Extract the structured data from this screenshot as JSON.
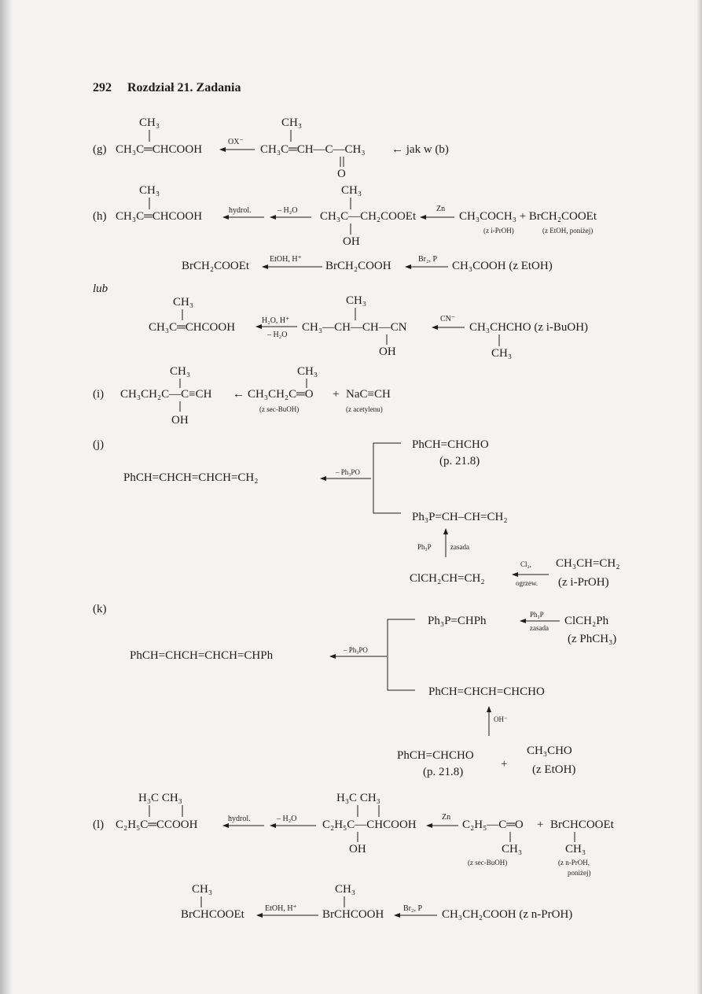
{
  "header": {
    "page_number": "292",
    "title": "Rozdział 21. Zadania"
  },
  "g": {
    "label": "(g)",
    "product": "CH₃C═CHCOOH",
    "product_branch": "CH₃",
    "reagent": "OX⁻",
    "substrate": "CH₃C═CH—C—CH₃",
    "substrate_branch": "CH₃",
    "substrate_oxo": "O",
    "note": "← jak w (b)"
  },
  "h": {
    "label": "(h)",
    "product": "CH₃C═CHCOOH",
    "product_branch": "CH₃",
    "reagent1": "hydrol.",
    "reagent2": "– H₂O",
    "intermediate": "CH₃C—CH₂COOEt",
    "int_branch_top": "CH₃",
    "int_branch_bottom": "OH",
    "reagent3": "Zn",
    "reactants": "CH₃COCH₃ + BrCH₂COOEt",
    "note1": "(z i-PrOH)",
    "note2": "(z EtOH, poniżej)",
    "line2_product": "BrCH₂COOEt",
    "line2_reagent1": "EtOH, H⁺",
    "line2_int": "BrCH₂COOH",
    "line2_reagent2": "Br₂, P",
    "line2_start": "CH₃COOH (z EtOH)"
  },
  "lub": {
    "label": "lub",
    "product": "CH₃C═CHCOOH",
    "product_branch": "CH₃",
    "reagent_top": "H₂O, H⁺",
    "reagent_bottom": "– H₂O",
    "intermediate": "CH₃—CH—CH—CN",
    "int_branch_top": "CH₃",
    "int_branch_bottom": "OH",
    "reagent2": "CN⁻",
    "start": "CH₃CHCHO (z i-BuOH)",
    "start_branch": "CH₃"
  },
  "i": {
    "label": "(i)",
    "product": "CH₃CH₂C—C≡CH",
    "product_branch_top": "CH₃",
    "product_branch_bottom": "OH",
    "arrow": "←",
    "reactant1": "CH₃CH₂C═O",
    "reactant1_branch": "CH₃",
    "plus": "+",
    "reactant2": "NaC≡CH",
    "note1": "(z sec-BuOH)",
    "note2": "(z acetylenu)"
  },
  "j": {
    "label": "(j)",
    "product": "PhCH=CHCH=CHCH=CH₂",
    "reagent": "– Ph₃PO",
    "top": "PhCH=CHCHO",
    "top_ref": "(p. 21.8)",
    "bottom": "Ph₃P=CH–CH=CH₂",
    "up_left": "Ph₃P",
    "up_right": "zasada",
    "start": "ClCH₂CH=CH₂",
    "start_reagent_top": "Cl₂,",
    "start_reagent_bottom": "ogrzew.",
    "source": "CH₃CH=CH₂",
    "source_note": "(z i-PrOH)"
  },
  "k": {
    "label": "(k)",
    "product": "PhCH=CHCH=CHCH=CHPh",
    "reagent": "– Ph₃PO",
    "top": "Ph₃P=CHPh",
    "top_reagent_top": "Ph₃P",
    "top_reagent_bottom": "zasada",
    "top_source": "ClCH₂Ph",
    "top_source_note": "(z PhCH₃)",
    "bottom": "PhCH=CHCH=CHCHO",
    "up_reagent": "OH⁻",
    "reactant1": "PhCH=CHCHO",
    "reactant1_ref": "(p. 21.8)",
    "plus": "+",
    "reactant2": "CH₃CHO",
    "reactant2_note": "(z EtOH)"
  },
  "l": {
    "label": "(l)",
    "product": "C₂H₅C═CCOOH",
    "product_branch": "H₃C CH₃",
    "reagent1": "hydrol.",
    "reagent2": "– H₂O",
    "intermediate": "C₂H₅C—CHCOOH",
    "int_branch_top": "H₃C CH₃",
    "int_branch_bottom": "OH",
    "reagent3": "Zn",
    "reactant1": "C₂H₅—C═O",
    "reactant1_branch": "CH₃",
    "plus": "+",
    "reactant2": "BrCHCOOEt",
    "reactant2_branch": "CH₃",
    "note1": "(z sec-BuOH)",
    "note2": "(z n-PrOH,",
    "note3": "poniżej)",
    "line2_product": "BrCHCOOEt",
    "line2_product_branch": "CH₃",
    "line2_reagent1": "EtOH, H⁺",
    "line2_int": "BrCHCOOH",
    "line2_int_branch": "CH₃",
    "line2_reagent2": "Br₂, P",
    "line2_start": "CH₃CH₂COOH (z n-PrOH)"
  }
}
